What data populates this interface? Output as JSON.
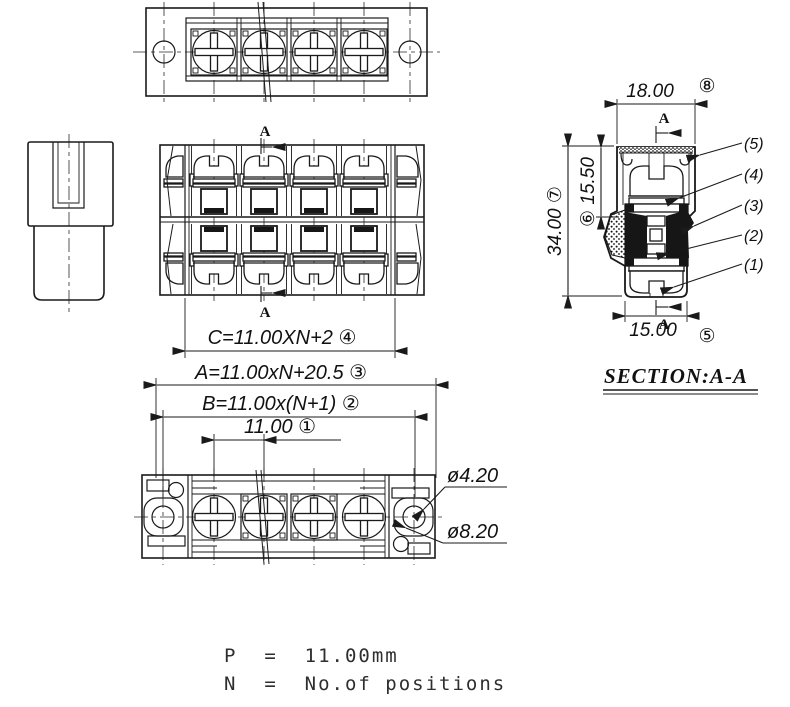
{
  "drawing": {
    "dimensions": {
      "pitch_c": "C=11.00XN+2 ④",
      "overall_a": "A=11.00xN+20.5 ③",
      "spacing_b": "B=11.00x(N+1) ②",
      "pitch": "11.00 ①",
      "cap_width": "18.00",
      "cap_width_ref": "⑧",
      "body_height": "34.00 ⑦",
      "upper_height": "⑥ 15.50",
      "base_width": "15.00",
      "base_width_ref": "⑤",
      "hole_small": "ø4.20",
      "hole_large": "ø8.20"
    },
    "section": {
      "title": "SECTION:A-A",
      "marker_letter": "A",
      "callouts": [
        "(5)",
        "(4)",
        "(3)",
        "(2)",
        "(1)"
      ]
    },
    "notes": {
      "line1": "P  =  11.00mm",
      "line2": "N  =  No.of positions"
    },
    "colors": {
      "line": "#1a1a1a",
      "background": "#ffffff"
    }
  }
}
